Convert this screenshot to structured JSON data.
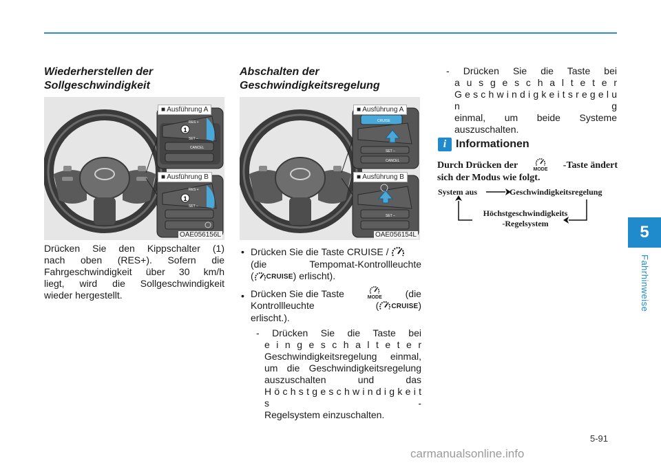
{
  "chapter": {
    "number": "5",
    "label": "Fahrhinweise"
  },
  "left": {
    "heading_line1": "Wiederherstellen der",
    "heading_line2": "Sollgeschwindigkeit",
    "figure": {
      "variant_a": "■ Ausführung A",
      "variant_b": "■ Ausführung B",
      "code": "OAE056156L",
      "callout": "1",
      "res_label": "RES +",
      "set_label": "SET –",
      "cancel_label": "CANCEL"
    },
    "paragraph": [
      "Drücken Sie den Kippschalter (1)",
      "nach oben (RES+). Sofern die",
      "Fahrgeschwindigkeit über 30 km/h",
      "liegt, wird die Sollgeschwindigkeit",
      "wieder hergestellt."
    ]
  },
  "middle": {
    "heading_line1": "Abschalten der",
    "heading_line2": "Geschwindigkeitsregelung",
    "figure": {
      "variant_a": "■ Ausführung A",
      "variant_b": "■ Ausführung B",
      "code": "OAE056154L",
      "cruise_label": "CRUISE",
      "set_label": "SET –",
      "cancel_label": "CANCEL"
    },
    "bullet1": {
      "line1": "Drücken Sie die Taste CRUISE /",
      "line2": "(die Tempomat-Kontrollleuchte",
      "line3_open": "(",
      "line3_close": ") erlischt).",
      "cruise_word": "CRUISE"
    },
    "bullet2": {
      "line1": "Drücken Sie die Taste",
      "line1_end": "(die",
      "line2": "Kontrollleuchte",
      "line2_open": "(",
      "line2_close": ")",
      "line3": "erlischt.).",
      "mode_word": "MODE",
      "cruise_word": "CRUISE"
    },
    "sub1": [
      "- Drücken Sie die Taste bei",
      "e i n g e s c h a l t e t e r",
      "Geschwindigkeitsregelung einmal,",
      "um die Geschwindigkeitsregelung",
      "auszuschalten und das",
      "H ö c h s t g e s c h w i n d i g k e i t s -",
      "Regelsystem einzuschalten."
    ]
  },
  "right": {
    "sub2": [
      "- Drücken Sie die Taste bei",
      "a u s g e s c h a l t e t e r",
      "G e s c h w i n d i g k e i t s r e g e l u n g",
      "einmal, um beide Systeme",
      "auszuschalten."
    ],
    "info": {
      "icon": "i",
      "title": "Informationen",
      "text_prefix": "Durch Drücken der",
      "text_suffix": "-Taste ändert",
      "text_line2": "sich der Modus wie folgt.",
      "mode_word": "MODE"
    },
    "flow": {
      "node1": "System aus",
      "node2": "Geschwindigkeitsregelung",
      "node3_line1": "Höchstgeschwindigkeits",
      "node3_line2": "-Regelsystem"
    }
  },
  "page_number": "5-91",
  "watermark": "carmanualsonline.info",
  "colors": {
    "accent": "#1f8bcd",
    "rule": "#2a8fc6",
    "switch_highlight": "#4aa8d8"
  }
}
